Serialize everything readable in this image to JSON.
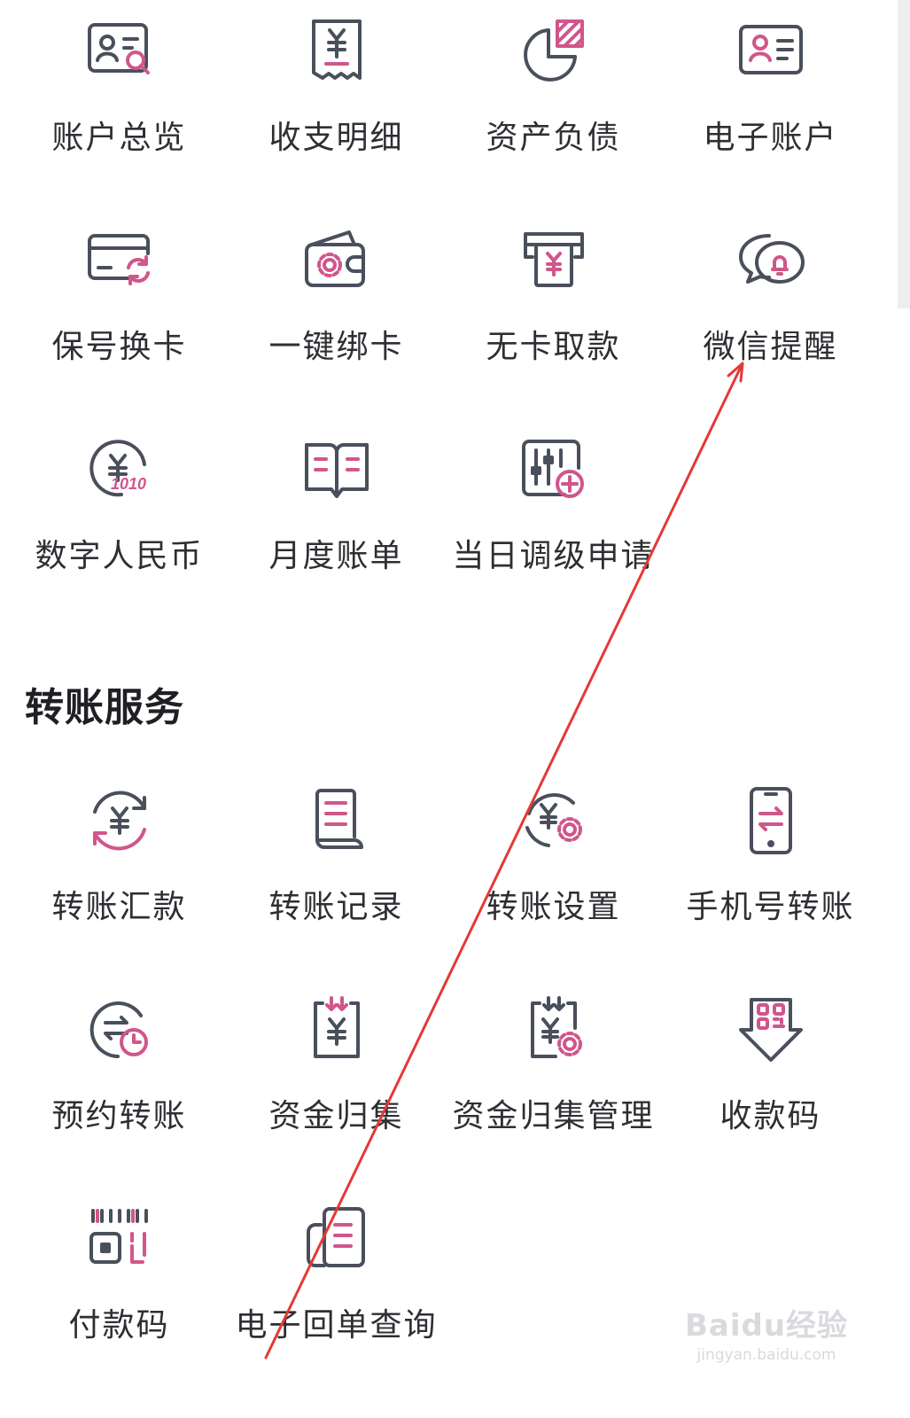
{
  "account_services": [
    {
      "label": "账户总览",
      "icon": "account-overview-icon"
    },
    {
      "label": "收支明细",
      "icon": "receipt-icon"
    },
    {
      "label": "资产负债",
      "icon": "pie-chart-icon"
    },
    {
      "label": "电子账户",
      "icon": "id-card-icon"
    },
    {
      "label": "保号换卡",
      "icon": "card-swap-icon"
    },
    {
      "label": "一键绑卡",
      "icon": "wallet-icon"
    },
    {
      "label": "无卡取款",
      "icon": "atm-icon"
    },
    {
      "label": "微信提醒",
      "icon": "wechat-reminder-icon"
    },
    {
      "label": "数字人民币",
      "icon": "digital-rmb-icon"
    },
    {
      "label": "月度账单",
      "icon": "book-icon"
    },
    {
      "label": "当日调级申请",
      "icon": "level-adjust-icon"
    }
  ],
  "transfer_section": {
    "title": "转账服务",
    "items": [
      {
        "label": "转账汇款",
        "icon": "transfer-icon"
      },
      {
        "label": "转账记录",
        "icon": "transfer-record-icon"
      },
      {
        "label": "转账设置",
        "icon": "transfer-settings-icon"
      },
      {
        "label": "手机号转账",
        "icon": "phone-transfer-icon"
      },
      {
        "label": "预约转账",
        "icon": "scheduled-transfer-icon"
      },
      {
        "label": "资金归集",
        "icon": "fund-collection-icon"
      },
      {
        "label": "资金归集管理",
        "icon": "fund-collection-settings-icon"
      },
      {
        "label": "收款码",
        "icon": "receive-qr-icon"
      },
      {
        "label": "付款码",
        "icon": "payment-code-icon"
      },
      {
        "label": "电子回单查询",
        "icon": "e-receipt-icon"
      }
    ]
  },
  "watermark": {
    "brand": "Baidu经验",
    "url": "jingyan.baidu.com"
  },
  "colors": {
    "accent": "#d0568b",
    "icon_stroke": "#4a4f5c",
    "annotation_line": "#e53935"
  }
}
